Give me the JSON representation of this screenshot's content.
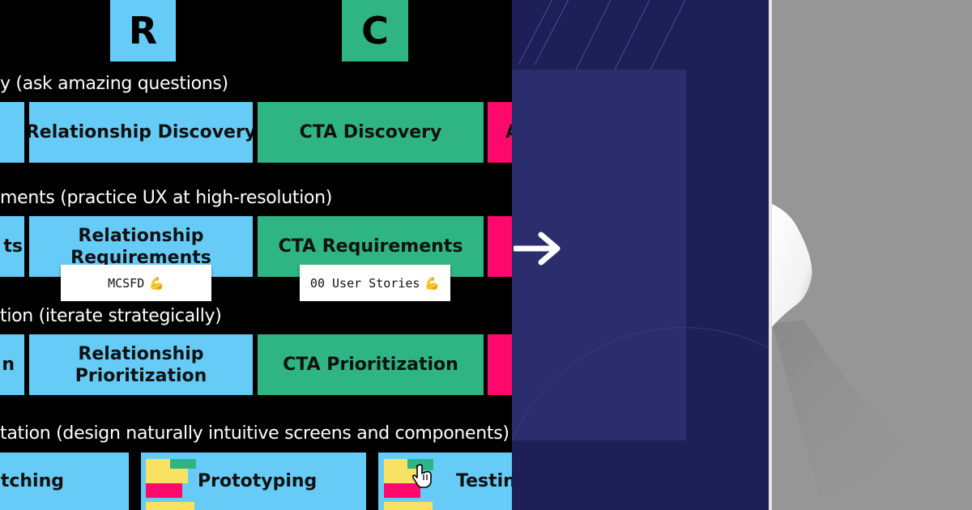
{
  "columns": {
    "r": "R",
    "c": "C"
  },
  "rows": [
    {
      "title": "y (ask amazing questions)"
    },
    {
      "title": "ments (practice UX at high-resolution)"
    },
    {
      "title": "tion (iterate strategically)"
    },
    {
      "title": "tation (design naturally intuitive screens and components)"
    }
  ],
  "cells": {
    "row1_left": "",
    "row1_r": "Relationship Discovery",
    "row1_c": "CTA Discovery",
    "row1_pink": "A",
    "row2_left": "ts",
    "row2_r_line1": "Relationship",
    "row2_r_line2": "Requirements",
    "row2_c": "CTA Requirements",
    "row3_left": "n",
    "row3_r_line1": "Relationship",
    "row3_r_line2": "Prioritization",
    "row3_c": "CTA Prioritization",
    "row4_left": "etching",
    "row4_mid": "Prototyping",
    "row4_right": "Testin"
  },
  "notes": {
    "mcsfd": "MCSFD",
    "user_stories": "00 User Stories"
  },
  "icons": {
    "flex": "flexed-biceps-emoji",
    "arrow": "right-arrow-icon",
    "cursor": "hand-pointer-icon"
  },
  "colors": {
    "blue": "#66ccf7",
    "green": "#2fb583",
    "pink": "#ff0a6c",
    "yellow": "#f9e263",
    "navy": "#1e1f57",
    "gray": "#969696"
  }
}
